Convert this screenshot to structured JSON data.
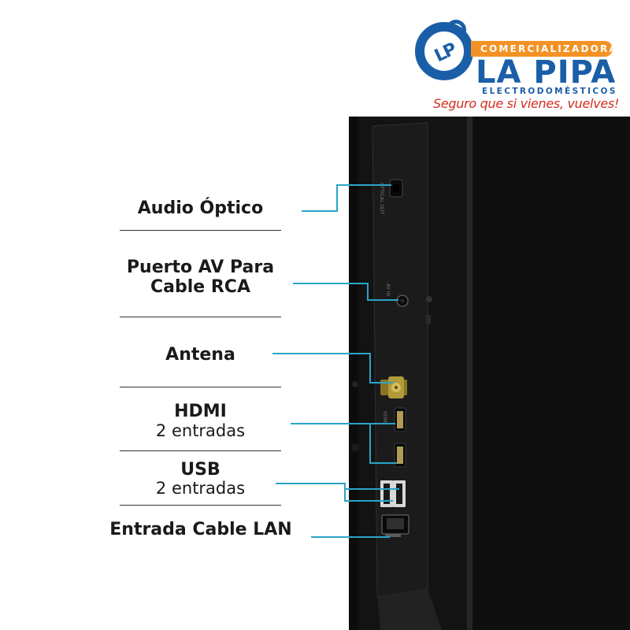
{
  "brand": {
    "company_label": "COMERCIALIZADORA",
    "name": "LA PIPA",
    "subtitle": "ELECTRODOMÉSTICOS",
    "slogan": "Seguro que si vienes, vuelves!",
    "monogram": "LP",
    "colors": {
      "blue": "#1a5ea8",
      "orange": "#f39224",
      "red": "#d42b1e"
    }
  },
  "ports": [
    {
      "title": "Audio Óptico"
    },
    {
      "title": "Puerto AV Para",
      "title_line2": "Cable RCA"
    },
    {
      "title": "Antena"
    },
    {
      "title": "HDMI",
      "subtitle": "2 entradas"
    },
    {
      "title": "USB",
      "subtitle": "2 entradas"
    },
    {
      "title": "Entrada Cable LAN"
    }
  ],
  "tv_panel_markings": {
    "optical": "OPTICAL OUT",
    "av": "AV IN",
    "hdmi": "HDMI"
  },
  "colors": {
    "connector_line": "#2aa5c8",
    "tv_body": "#141414"
  }
}
